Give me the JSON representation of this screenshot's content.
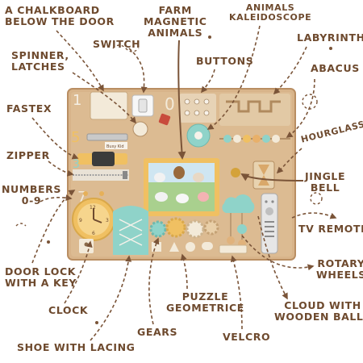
{
  "labels": {
    "chalkboard_1": "A chalkboard",
    "chalkboard_2": "below the door",
    "farm_1": "Farm",
    "farm_2": "magnetic",
    "farm_3": "animals",
    "kaleido_1": "Animals",
    "kaleido_2": "kaleidoscope",
    "labyrinth": "Labyrinth",
    "switch": "Switch",
    "spinner_1": "Spinner,",
    "spinner_2": "latches",
    "buttons": "Buttons",
    "abacus": "Abacus",
    "fastex": "Fastex",
    "hourglass": "Hourglass",
    "zipper": "Zipper",
    "jingle_1": "Jingle",
    "jingle_2": "bell",
    "numbers_1": "Numbers",
    "numbers_2": "0-9",
    "tv_remote": "TV remote",
    "door_lock_1": "Door lock",
    "door_lock_2": "with a key",
    "rotary_1": "Rotary",
    "rotary_2": "wheels",
    "puzzle_1": "Puzzle",
    "puzzle_2": "geometrice",
    "cloud_1": "Cloud with",
    "cloud_2": "wooden balls",
    "clock": "Clock",
    "gears": "Gears",
    "velcro": "Velcro",
    "shoe": "Shoe with lacing"
  },
  "board": {
    "brand": "Busy Kid",
    "clock_numbers": [
      "12",
      "3",
      "6",
      "9"
    ]
  },
  "colors": {
    "label_text": "#6e4a2e",
    "arrow": "#7a5438",
    "board_wood": "#d8b48a",
    "board_edge": "#b98e62",
    "accent_mint": "#8fd3c9",
    "accent_yellow": "#f0c062",
    "accent_cream": "#f3ead9"
  }
}
